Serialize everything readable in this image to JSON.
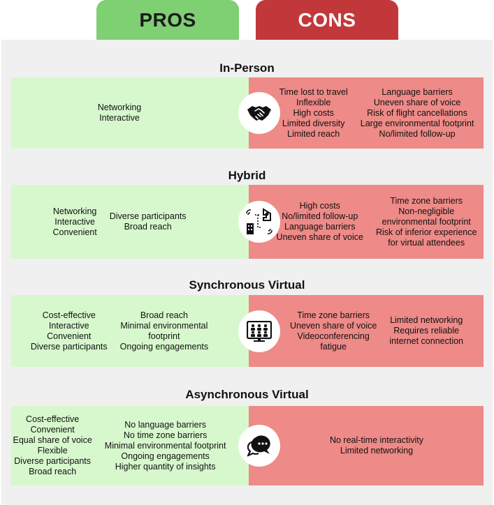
{
  "headers": {
    "pros": "PROS",
    "cons": "CONS"
  },
  "sections": [
    {
      "title": "In-Person",
      "icon": "handshake-icon",
      "pros": [
        [
          "Networking",
          "Interactive"
        ]
      ],
      "cons": [
        [
          "Time lost to travel",
          "Inflexible",
          "High costs",
          "Limited diversity",
          "Limited reach"
        ],
        [
          "Language barriers",
          "Uneven share of voice",
          "Risk of flight cancellations",
          "Large environmental footprint",
          "No/limited follow-up"
        ]
      ]
    },
    {
      "title": "Hybrid",
      "icon": "hybrid-building-devices-icon",
      "pros": [
        [
          "Networking",
          "Interactive",
          "Convenient"
        ],
        [
          "Diverse participants",
          "Broad reach"
        ]
      ],
      "cons": [
        [
          "High costs",
          "No/limited follow-up",
          "Language barriers",
          "Uneven share of voice"
        ],
        [
          "Time zone barriers",
          "Non-negligible",
          "environmental footprint",
          "Risk of inferior experience",
          "for virtual attendees"
        ]
      ]
    },
    {
      "title": "Synchronous Virtual",
      "icon": "video-conference-icon",
      "pros": [
        [
          "Cost-effective",
          "Interactive",
          "Convenient",
          "Diverse participants"
        ],
        [
          "Broad reach",
          "Minimal environmental",
          "footprint",
          "Ongoing engagements"
        ]
      ],
      "cons": [
        [
          "Time zone barriers",
          "Uneven share of voice",
          "Videoconferencing",
          "fatigue"
        ],
        [
          "Limited networking",
          "Requires reliable",
          "internet connection"
        ]
      ]
    },
    {
      "title": "Asynchronous Virtual",
      "icon": "chat-bubbles-icon",
      "pros": [
        [
          "Cost-effective",
          "Convenient",
          "Equal share of voice",
          "Flexible",
          "Diverse participants",
          "Broad reach"
        ],
        [
          "No language barriers",
          "No time zone barriers",
          "Minimal environmental footprint",
          "Ongoing engagements",
          "Higher quantity of insights"
        ]
      ],
      "cons": [
        [
          "No real-time interactivity",
          "Limited networking"
        ]
      ]
    }
  ],
  "colors": {
    "pros_header": "#7fcf73",
    "cons_header": "#c2383a",
    "pros_band": "#d7f8cd",
    "cons_band": "#ee8a87",
    "panel": "#f0f0f0"
  }
}
